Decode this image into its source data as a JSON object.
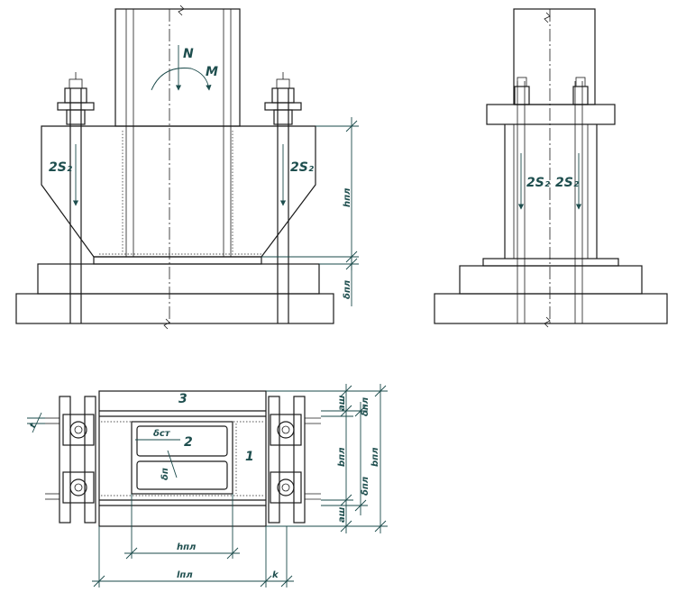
{
  "labels": {
    "force_n": "N",
    "moment_m": "M",
    "bolt_force_left": "2S₂",
    "bolt_force_right": "2S₂",
    "side_force_a": "2S₂",
    "side_force_b": "2S₂",
    "height_dim": "hпл",
    "plate_thick_dim": "δпл",
    "part_3": "3",
    "part_2": "2",
    "part_1": "1",
    "dim_a1": "aш",
    "dim_b1": "δпл",
    "dim_bw": "bпл",
    "dim_bpl": "bпл",
    "dim_b2": "δпл",
    "dim_a2": "aш",
    "dim_web": "δст",
    "dim_flange": "δп",
    "dim_hw": "hпл",
    "dim_lpl": "lпл",
    "dim_k": "k",
    "dim_t": "t"
  }
}
